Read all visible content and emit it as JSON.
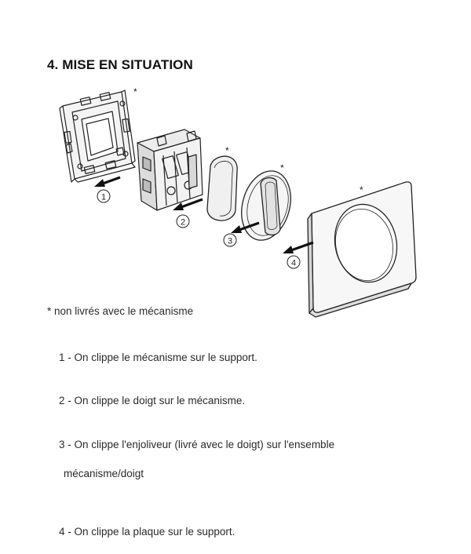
{
  "heading": "4. MISE EN SITUATION",
  "diagram": {
    "asterisk": "*",
    "markers": [
      "1",
      "2",
      "3",
      "4"
    ]
  },
  "note": "* non livrés avec le mécanisme",
  "steps": [
    {
      "text": "1 - On clippe le mécanisme sur le support."
    },
    {
      "text": "2 - On clippe le doigt sur le mécanisme."
    },
    {
      "text": "3 - On clippe l'enjoliveur (livré avec le doigt) sur l'ensemble",
      "cont": "mécanisme/doigt"
    },
    {
      "text": "4 - On clippe la plaque sur le support."
    }
  ]
}
